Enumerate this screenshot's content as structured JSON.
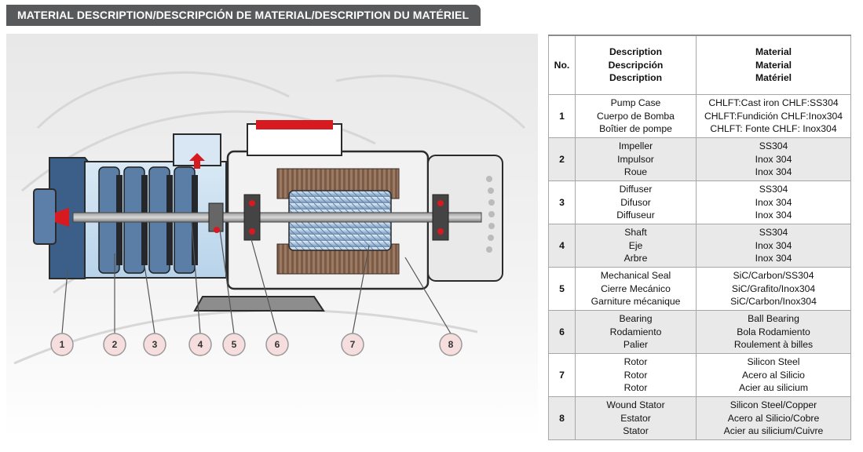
{
  "header": {
    "title": "MATERIAL DESCRIPTION/DESCRIPCIÓN DE MATERIAL/DESCRIPTION DU MATÉRIEL"
  },
  "diagram": {
    "callouts": [
      "1",
      "2",
      "3",
      "4",
      "5",
      "6",
      "7",
      "8"
    ]
  },
  "table": {
    "headers": {
      "no": "No.",
      "description": [
        "Description",
        "Descripción",
        "Description"
      ],
      "material": [
        "Material",
        "Material",
        "Matériel"
      ]
    },
    "rows": [
      {
        "no": "1",
        "description": [
          "Pump Case",
          "Cuerpo de Bomba",
          "Boîtier de pompe"
        ],
        "material": [
          "CHLFT:Cast iron CHLF:SS304",
          "CHLFT:Fundición CHLF:Inox304",
          "CHLFT: Fonte CHLF: Inox304"
        ]
      },
      {
        "no": "2",
        "description": [
          "Impeller",
          "Impulsor",
          "Roue"
        ],
        "material": [
          "SS304",
          "Inox 304",
          "Inox 304"
        ]
      },
      {
        "no": "3",
        "description": [
          "Diffuser",
          "Difusor",
          "Diffuseur"
        ],
        "material": [
          "SS304",
          "Inox 304",
          "Inox 304"
        ]
      },
      {
        "no": "4",
        "description": [
          "Shaft",
          "Eje",
          "Arbre"
        ],
        "material": [
          "SS304",
          "Inox 304",
          "Inox 304"
        ]
      },
      {
        "no": "5",
        "description": [
          "Mechanical Seal",
          "Cierre Mecánico",
          "Garniture mécanique"
        ],
        "material": [
          "SiC/Carbon/SS304",
          "SiC/Grafito/Inox304",
          "SiC/Carbon/Inox304"
        ]
      },
      {
        "no": "6",
        "description": [
          "Bearing",
          "Rodamiento",
          "Palier"
        ],
        "material": [
          "Ball Bearing",
          "Bola Rodamiento",
          "Roulement à billes"
        ]
      },
      {
        "no": "7",
        "description": [
          "Rotor",
          "Rotor",
          "Rotor"
        ],
        "material": [
          "Silicon Steel",
          "Acero al Silicio",
          "Acier au silicium"
        ]
      },
      {
        "no": "8",
        "description": [
          "Wound Stator",
          "Estator",
          "Stator"
        ],
        "material": [
          "Silicon Steel/Copper",
          "Acero al Silicio/Cobre",
          "Acier au silicium/Cuivre"
        ]
      }
    ]
  },
  "colors": {
    "header_bg": "#58595b",
    "accent_red": "#d71920",
    "row_shade": "#e9e9e9",
    "callout_fill": "#f6dede"
  }
}
